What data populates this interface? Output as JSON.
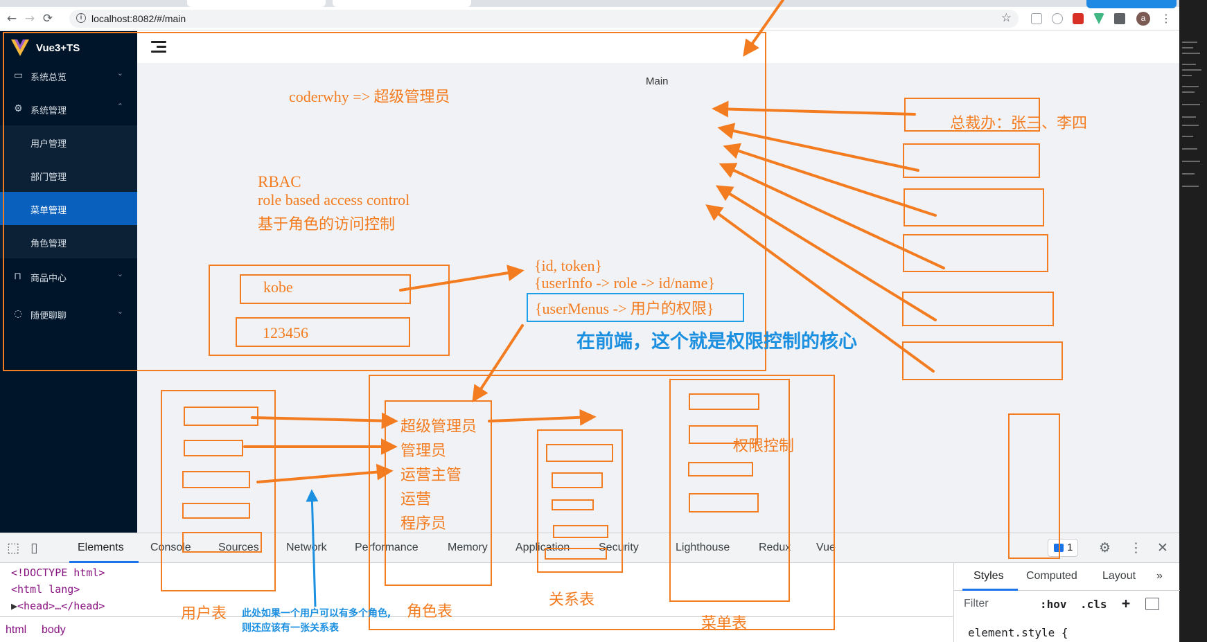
{
  "browser": {
    "url": "localhost:8082/#/main",
    "back_glyph": "←",
    "forward_glyph": "→",
    "reload_glyph": "⟳",
    "info_glyph": "i",
    "star_glyph": "☆",
    "avatar_letter": "a",
    "menu_glyph": "⋮"
  },
  "app": {
    "logo_text": "Vue3+TS",
    "menu": [
      {
        "label": "系统总览",
        "icon": "monitor-icon"
      },
      {
        "label": "系统管理",
        "icon": "gear-icon"
      },
      {
        "label": "商品中心",
        "icon": "bag-icon"
      },
      {
        "label": "随便聊聊",
        "icon": "chat-icon"
      }
    ],
    "submenu": [
      {
        "label": "用户管理"
      },
      {
        "label": "部门管理"
      },
      {
        "label": "菜单管理"
      },
      {
        "label": "角色管理"
      }
    ],
    "main_label": "Main"
  },
  "devtools": {
    "tabs": [
      "Elements",
      "Console",
      "Sources",
      "Network",
      "Performance",
      "Memory",
      "Application",
      "Security",
      "Lighthouse",
      "Redux",
      "Vue"
    ],
    "badge_count": "1",
    "code": [
      "<!DOCTYPE html>",
      "<html lang>",
      "<head>…</head>"
    ],
    "breadcrumbs": [
      "html",
      "body"
    ],
    "styles_tabs": [
      "Styles",
      "Computed",
      "Layout"
    ],
    "more_glyph": "»",
    "filter_placeholder": "Filter",
    "hov": ":hov",
    "cls": ".cls",
    "plus": "+",
    "rule": "element.style {"
  },
  "annotations": {
    "coderwhy": "coderwhy => 超级管理员",
    "rbac": "RBAC",
    "rbac_full": "role based access control",
    "rbac_cn": "基于角色的访问控制",
    "username": "kobe",
    "password": "123456",
    "token": "{id, token}",
    "userinfo": "{userInfo -> role -> id/name}",
    "usermenus": "{userMenus -> 用户的权限}",
    "core": "在前端，这个就是权限控制的核心",
    "ceo_office": "总裁办：张三、李四",
    "roles": [
      "超级管理员",
      "管理员",
      "运营主管",
      "运营",
      "程序员"
    ],
    "permission_control": "权限控制",
    "user_table": "用户表",
    "role_table": "角色表",
    "relation_table": "关系表",
    "menu_table": "菜单表",
    "note_line1": "此处如果一个用户可以有多个角色,",
    "note_line2": "则还应该有一张关系表"
  },
  "colors": {
    "annotation_orange": "#f47c20",
    "annotation_blue": "#1b8fe0",
    "sidebar_bg": "#001529",
    "sidebar_active": "#0a60bd",
    "devtools_accent": "#1a73e8"
  }
}
